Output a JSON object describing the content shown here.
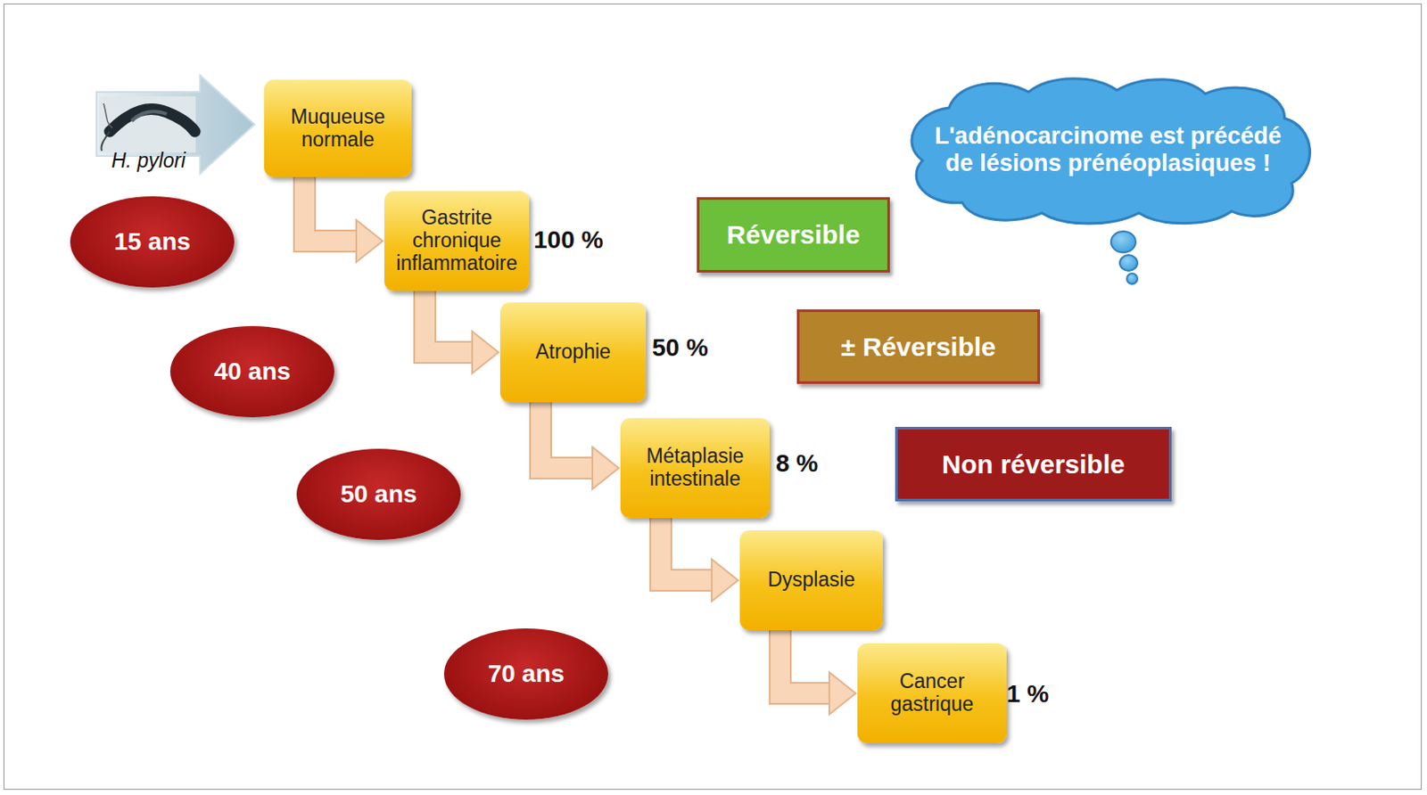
{
  "diagram": {
    "nodes": [
      {
        "text": [
          "Muqueuse normale"
        ]
      },
      {
        "text": [
          "Gastrite chronique inflammatoire"
        ]
      },
      {
        "text": [
          "Atrophie"
        ]
      },
      {
        "text": [
          "Métaplasie intestinale"
        ]
      },
      {
        "text": [
          "Dysplasie"
        ]
      },
      {
        "text": [
          "Cancer gastrique"
        ]
      },
      {
        "text": [
          "15 ans"
        ]
      },
      {
        "text": [
          "40 ans"
        ]
      },
      {
        "text": [
          "50 ans"
        ]
      },
      {
        "text": [
          "70 ans"
        ]
      },
      {
        "text": [
          "Réversible"
        ]
      },
      {
        "text": [
          "± Réversible"
        ]
      },
      {
        "text": [
          "Non réversible"
        ]
      },
      {
        "text": [
          "L'adénocarcinome est précédé de lésions prénéoplasiques !"
        ]
      }
    ],
    "edges": [
      {
        "from": 0,
        "to": 1,
        "arrow": "to"
      },
      {
        "from": 1,
        "to": 2,
        "arrow": "to"
      },
      {
        "from": 2,
        "to": 3,
        "arrow": "to"
      },
      {
        "from": 3,
        "to": 4,
        "arrow": "to"
      },
      {
        "from": 4,
        "to": 5,
        "arrow": "to"
      }
    ],
    "labels": [
      "H. pylori",
      "100 %",
      "50 %",
      "8 %",
      "1 %"
    ]
  }
}
